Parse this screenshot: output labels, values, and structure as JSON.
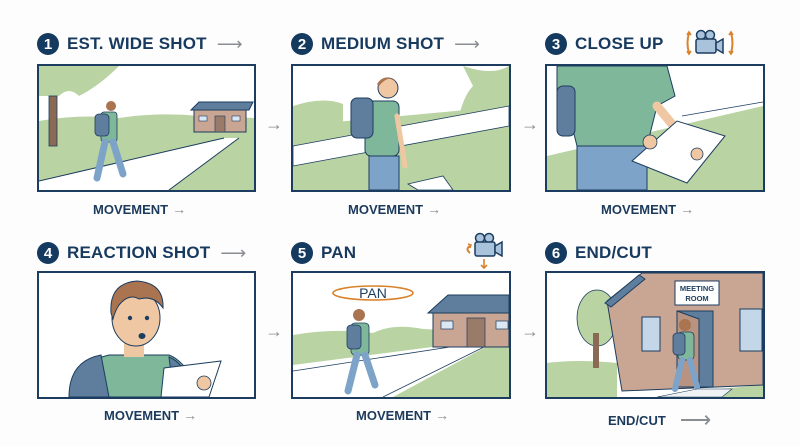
{
  "storyboard": {
    "panels": [
      {
        "number": "1",
        "title": "EST. WIDE SHOT",
        "caption": "MOVEMENT",
        "caption_arrow": "→",
        "title_arrow": "⟶"
      },
      {
        "number": "2",
        "title": "MEDIUM SHOT",
        "caption": "MOVEMENT",
        "caption_arrow": "→",
        "title_arrow": "⟶"
      },
      {
        "number": "3",
        "title": "CLOSE UP",
        "caption": "MOVEMENT",
        "caption_arrow": "→",
        "icon": "camera-icon"
      },
      {
        "number": "4",
        "title": "REACTION SHOT",
        "caption": "MOVEMENT",
        "caption_arrow": "→",
        "title_arrow": "⟶"
      },
      {
        "number": "5",
        "title": "PAN",
        "caption": "MOVEMENT",
        "caption_arrow": "→",
        "icon": "camera-icon",
        "overlay_label": "PAN"
      },
      {
        "number": "6",
        "title": "END/CUT",
        "caption": "END/CUT",
        "caption_arrow": "⟶",
        "sign_line1": "MEETING",
        "sign_line2": "ROOM"
      }
    ],
    "connector_arrow": "→",
    "colors": {
      "navy": "#153a60",
      "grass": "#b9d3a3",
      "shirt": "#7fb79a",
      "jeans": "#7ea3c9",
      "backpack": "#5f7e9e",
      "building": "#c9a594",
      "accent_orange": "#d9822b",
      "arrow_gray": "#8a8d92"
    }
  }
}
